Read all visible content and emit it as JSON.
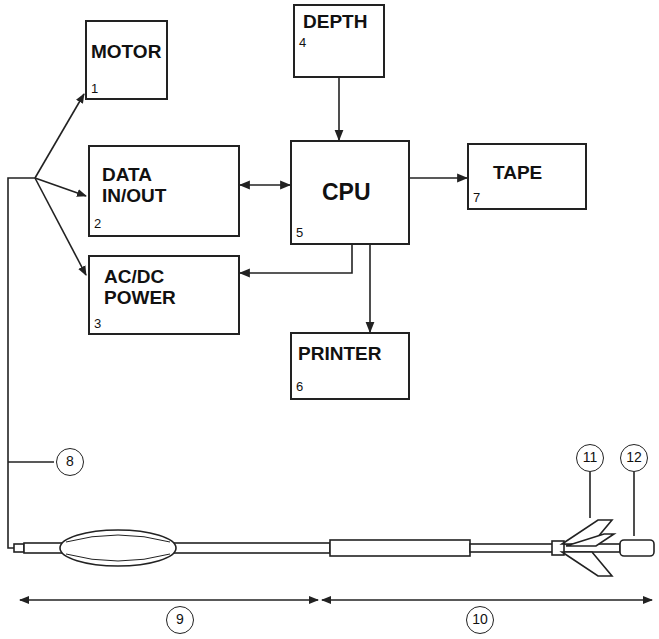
{
  "diagram": {
    "nodes": [
      {
        "text": [
          "MOTOR",
          "1"
        ]
      },
      {
        "text": [
          "DATA IN/OUT",
          "2"
        ]
      },
      {
        "text": [
          "AC/DC POWER",
          "3"
        ]
      },
      {
        "text": [
          "DEPTH",
          "4"
        ]
      },
      {
        "text": [
          "CPU",
          "5"
        ]
      },
      {
        "text": [
          "PRINTER",
          "6"
        ]
      },
      {
        "text": [
          "TAPE",
          "7"
        ]
      }
    ],
    "edges": [
      {
        "from": 3,
        "to": 4,
        "arrow": "to"
      },
      {
        "from": 4,
        "to": 1,
        "arrow": "both"
      },
      {
        "from": 4,
        "to": 6,
        "arrow": "to"
      },
      {
        "from": 4,
        "to": 2,
        "arrow": "to"
      },
      {
        "from": 4,
        "to": 5,
        "arrow": "to"
      }
    ],
    "labels": [
      "8",
      "11",
      "12",
      "9",
      "10"
    ]
  }
}
